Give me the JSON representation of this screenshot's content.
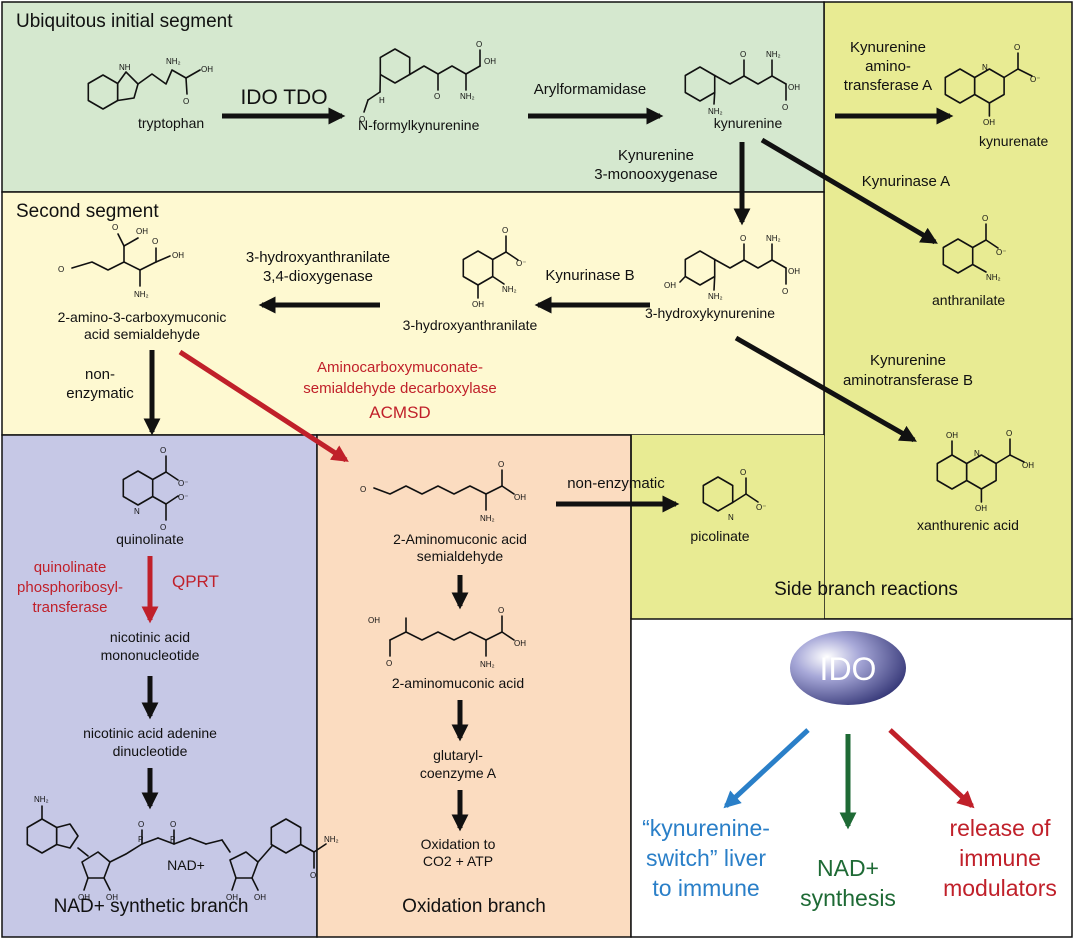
{
  "colors": {
    "initial_bg": "#d5e8cf",
    "second_bg": "#fef9d1",
    "side_bg": "#e8eb93",
    "nad_bg": "#c6c8e6",
    "oxidation_bg": "#fbdcc0",
    "black_arrow": "#111111",
    "red": "#c0202a",
    "blue": "#2a7fc8",
    "green": "#1e6a35",
    "ido_oval_dark": "#27296b"
  },
  "sections": {
    "initial": "Ubiquitous initial segment",
    "second": "Second segment",
    "side": "Side branch reactions",
    "nad": "NAD+ synthetic branch",
    "oxidation": "Oxidation branch"
  },
  "compounds": {
    "tryptophan": "tryptophan",
    "n_formylkynurenine": "N-formylkynurenine",
    "kynurenine": "kynurenine",
    "kynurenate": "kynurenate",
    "anthranilate": "anthranilate",
    "hydroxykynurenine": "3-hydroxykynurenine",
    "hydroxyanthranilate": "3-hydroxyanthranilate",
    "acms_1": "2-amino-3-carboxymuconic",
    "acms_2": "acid semialdehyde",
    "xanthurenic": "xanthurenic acid",
    "quinolinate": "quinolinate",
    "picolinate": "picolinate",
    "ams_1": "2-Aminomuconic acid",
    "ams_2": "semialdehyde",
    "aminomuconic": "2-aminomuconic acid",
    "glutaryl_1": "glutaryl-",
    "glutaryl_2": "coenzyme A",
    "oxidation_1": "Oxidation to",
    "oxidation_2": "CO2 + ATP",
    "namn_1": "nicotinic acid",
    "namn_2": "mononucleotide",
    "naad_1": "nicotinic acid adenine",
    "naad_2": "dinucleotide",
    "nad": "NAD+"
  },
  "enzymes": {
    "ido_tdo": "IDO TDO",
    "arylformamidase": "Arylformamidase",
    "kat_a_1": "Kynurenine",
    "kat_a_2": "amino-",
    "kat_a_3": "transferase A",
    "kmo_1": "Kynurenine",
    "kmo_2": "3-monooxygenase",
    "kynurinase_a": "Kynurinase A",
    "kynurinase_b": "Kynurinase B",
    "haao_1": "3-hydroxyanthranilate",
    "haao_2": "3,4-dioxygenase",
    "kat_b_1": "Kynurenine",
    "kat_b_2": "aminotransferase B",
    "acmsd_1": "Aminocarboxymuconate-",
    "acmsd_2": "semialdehyde decarboxylase",
    "acmsd_3": "ACMSD",
    "nonenz_1": "non-",
    "nonenz_2": "enzymatic",
    "nonenz_pic": "non-enzymatic",
    "qprt_1": "quinolinate",
    "qprt_2": "phosphoribosyl-",
    "qprt_3": "transferase",
    "qprt_abbr": "QPRT"
  },
  "atom_labels": {
    "nh": "NH",
    "h": "H",
    "nh2": "NH₂",
    "oh": "OH",
    "o": "O",
    "o_minus": "O⁻",
    "n": "N",
    "p": "P"
  },
  "ido_panel": {
    "oval_label": "IDO",
    "effect_1_l1": "“kynurenine-",
    "effect_1_l2": "switch” liver",
    "effect_1_l3": "to immune",
    "effect_2_l1": "NAD+",
    "effect_2_l2": "synthesis",
    "effect_3_l1": "release of",
    "effect_3_l2": "immune",
    "effect_3_l3": "modulators"
  }
}
